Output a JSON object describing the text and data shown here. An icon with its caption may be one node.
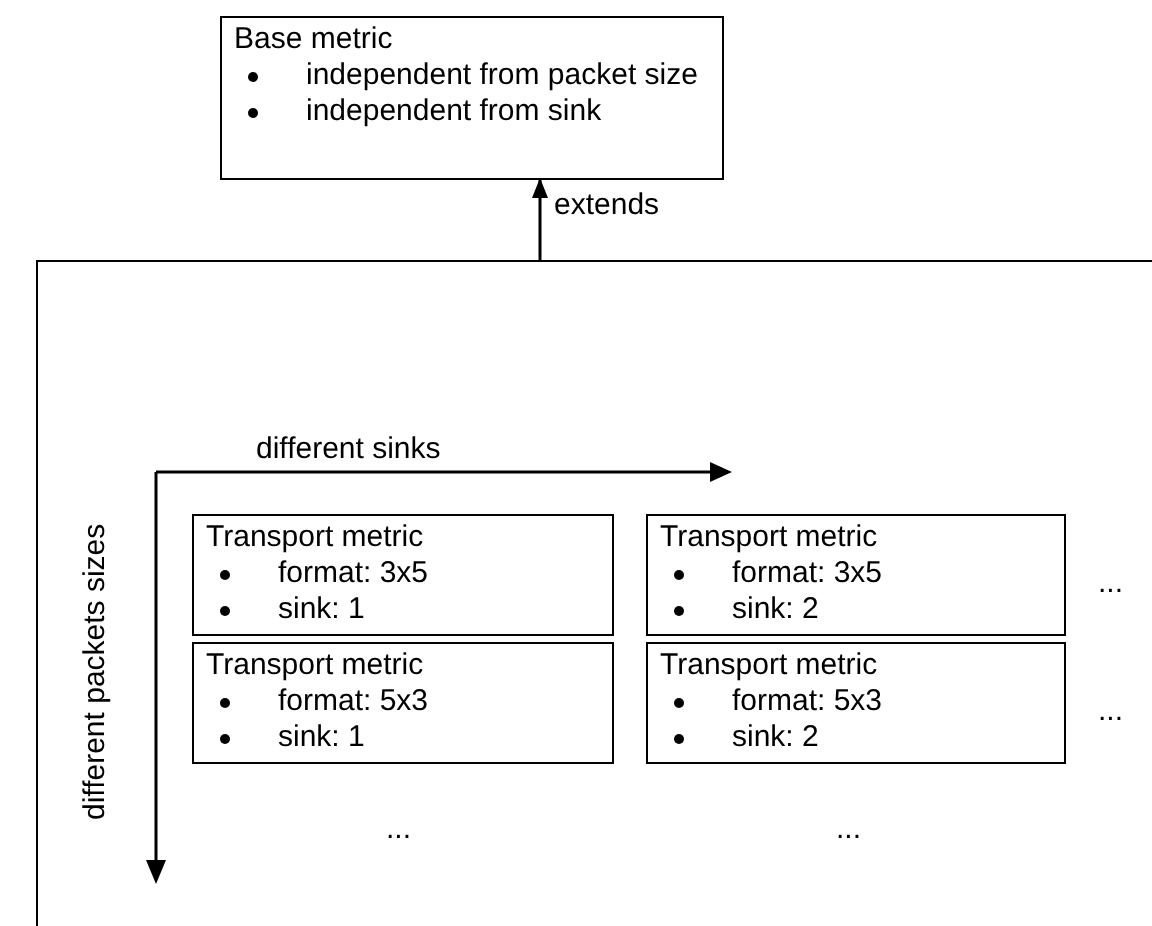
{
  "diagram": {
    "nodes": [
      {
        "text": [
          "Base metric",
          "independent from packet size",
          "independent from sink"
        ]
      },
      {
        "text": [],
        "shape": "box"
      },
      {
        "text": [
          "Transport metric",
          "format: 3x5",
          "sink: 1"
        ],
        "in": 1
      },
      {
        "text": [
          "Transport metric",
          "format: 3x5",
          "sink: 2"
        ],
        "in": 1
      },
      {
        "text": [
          "Transport metric",
          "format: 5x3",
          "sink: 1"
        ],
        "in": 1
      },
      {
        "text": [
          "Transport metric",
          "format: 5x3",
          "sink: 2"
        ],
        "in": 1
      }
    ],
    "edges": [
      {
        "from": 1,
        "to": 0,
        "arrow": "to",
        "label": "extends"
      }
    ],
    "labels": [
      "different sinks",
      "different packets sizes",
      "...",
      "...",
      "...",
      "..."
    ]
  }
}
